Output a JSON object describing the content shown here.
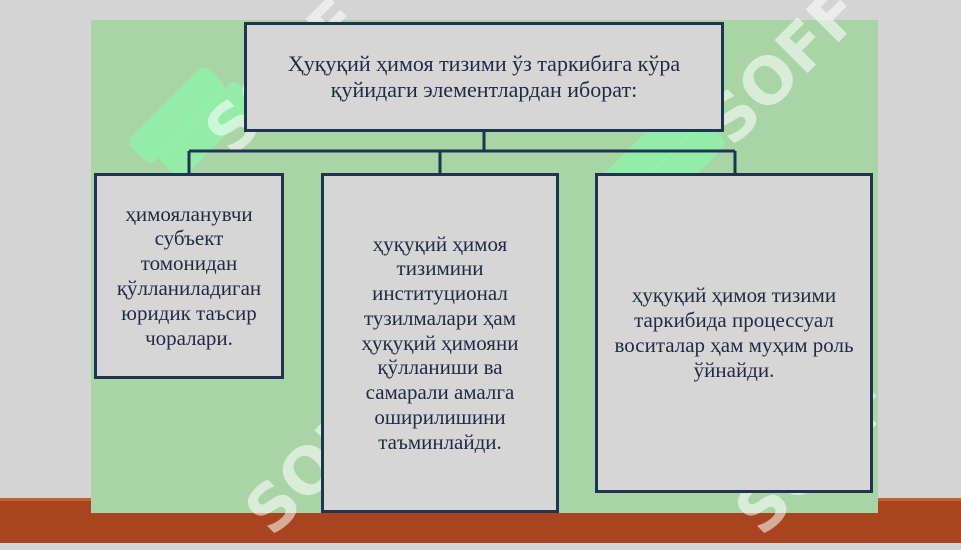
{
  "diagram": {
    "root": "Ҳуқуқий ҳимоя тизими ўз таркибига кўра қуйидаги элементлардан иборат:",
    "children": [
      "ҳимояланувчи субъект томонидан қўлланиладиган юридик таъсир чоралари.",
      "ҳуқуқий ҳимоя тизимини институционал тузилмалари ҳам ҳуқуқий ҳимояни қўлланиши ва самарали амалга оширилишини таъминлайди.",
      "ҳуқуқий ҳимоя тизими таркибида процессуал воситалар ҳам муҳим роль ўйнайди."
    ]
  },
  "watermark": {
    "text": "SOFF"
  },
  "colors": {
    "panel": "#a8d4a6",
    "box_fill": "#d6d6d6",
    "box_border": "#1e3552",
    "background": "#d4d4d4",
    "floor": "#a84420"
  }
}
